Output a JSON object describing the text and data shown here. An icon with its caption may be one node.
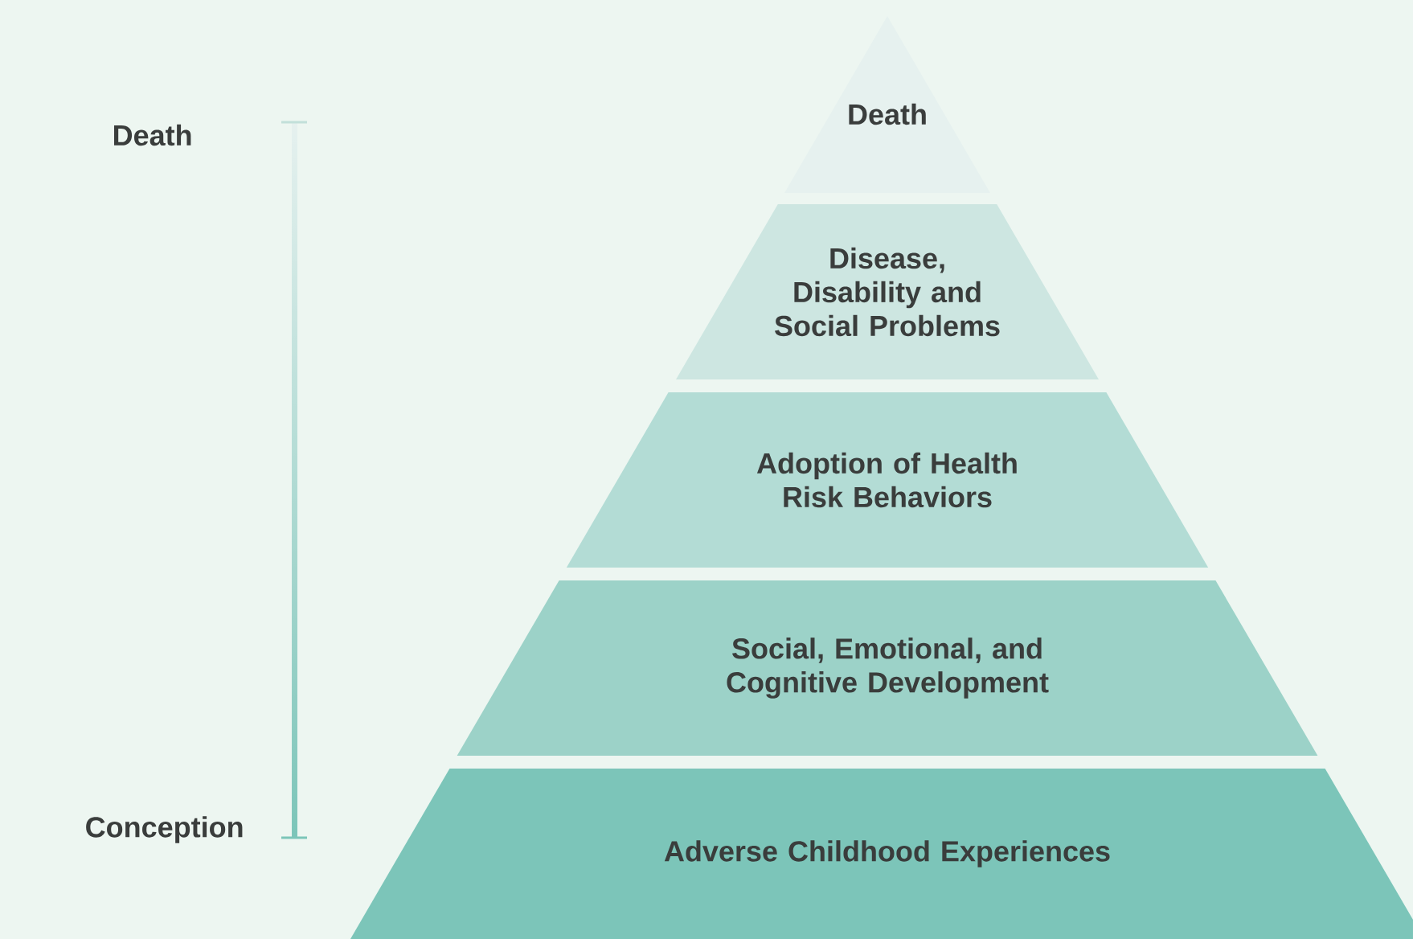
{
  "diagram": {
    "nodes": [
      {
        "text": [
          "Death"
        ]
      },
      {
        "text": [
          "Disease, Disability and Social Problems"
        ]
      },
      {
        "text": [
          "Adoption of Health Risk Behaviors"
        ]
      },
      {
        "text": [
          "Social, Emotional, and Cognitive Development"
        ]
      },
      {
        "text": [
          "Adverse Childhood Experiences"
        ]
      }
    ],
    "labels": [
      "Death",
      "Conception"
    ]
  }
}
